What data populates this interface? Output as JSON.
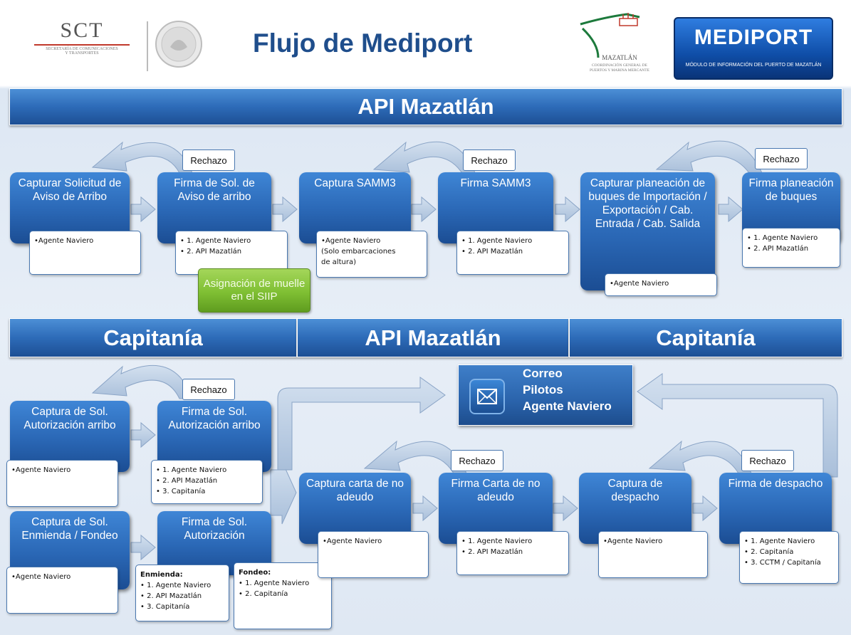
{
  "header": {
    "title": "Flujo de Mediport",
    "sct": {
      "abbr": "SCT",
      "line1": "SECRETARÍA DE COMUNICACIONES",
      "line2": "Y TRANSPORTES"
    },
    "mazatlan": {
      "name": "MAZATLÁN",
      "line1": "COORDINACIÓN GENERAL DE",
      "line2": "PUERTOS Y MARINA MERCANTE"
    },
    "mediport": {
      "name": "MEDIPORT",
      "subtitle": "MÓDULO DE INFORMACIÓN DEL PUERTO DE MAZATLÁN"
    }
  },
  "banners": {
    "top": "API Mazatlán",
    "mid_left": "Capitanía",
    "mid_center": "API Mazatlán",
    "mid_right": "Capitanía"
  },
  "rejection_label": "Rechazo",
  "top_row": [
    {
      "label": "Capturar Solicitud de Aviso de Arribo",
      "note": [
        "•Agente Naviero"
      ]
    },
    {
      "label": "Firma de Sol. de Aviso de arribo",
      "note": [
        "• 1. Agente Naviero",
        "• 2. API Mazatlán"
      ]
    },
    {
      "label": "Captura SAMM3",
      "note": [
        "•Agente Naviero",
        "(Solo embarcaciones",
        "de altura)"
      ]
    },
    {
      "label": "Firma SAMM3",
      "note": [
        "• 1. Agente Naviero",
        "• 2. API Mazatlán"
      ]
    },
    {
      "label": "Capturar planeación de buques de Importación / Exportación / Cab. Entrada / Cab. Salida",
      "note": [
        "•Agente Naviero"
      ]
    },
    {
      "label": "Firma planeación de buques",
      "note": [
        "• 1. Agente Naviero",
        "• 2. API Mazatlán"
      ]
    }
  ],
  "green_box": "Asignación de muelle en el SIIP",
  "capitania_boxes": [
    {
      "label": "Captura de Sol. Autorización arribo",
      "note": [
        "•Agente Naviero"
      ]
    },
    {
      "label": "Firma de Sol. Autorización arribo",
      "note": [
        "• 1. Agente Naviero",
        "• 2. API Mazatlán",
        "• 3. Capitanía"
      ]
    },
    {
      "label": "Captura de Sol. Enmienda / Fondeo",
      "note": [
        "•Agente Naviero"
      ]
    },
    {
      "label": "Firma de Sol. Autorización"
    }
  ],
  "enmienda_note": {
    "title": "Enmienda:",
    "items": [
      "• 1. Agente Naviero",
      "• 2. API Mazatlán",
      "• 3. Capitanía"
    ]
  },
  "fondeo_note": {
    "title": "Fondeo:",
    "items": [
      "• 1. Agente Naviero",
      "• 2. Capitanía"
    ]
  },
  "bottom_row": [
    {
      "label": "Captura carta de no adeudo",
      "note": [
        "•Agente Naviero"
      ]
    },
    {
      "label": "Firma Carta de no adeudo",
      "note": [
        "• 1. Agente Naviero",
        "• 2. API Mazatlán"
      ]
    },
    {
      "label": "Captura de despacho",
      "note": [
        "•Agente Naviero"
      ]
    },
    {
      "label": "Firma de despacho",
      "note": [
        "• 1. Agente Naviero",
        "• 2. Capitanía",
        "• 3. CCTM / Capitanía"
      ]
    }
  ],
  "mail": {
    "lines": [
      "Correo",
      "Pilotos",
      "Agente Naviero"
    ],
    "icon": "envelope-icon"
  },
  "colors": {
    "box": "#2a67b5",
    "banner": "#2d6bb8",
    "arrow": "#b9cbe2",
    "green": "#7fbf33"
  }
}
